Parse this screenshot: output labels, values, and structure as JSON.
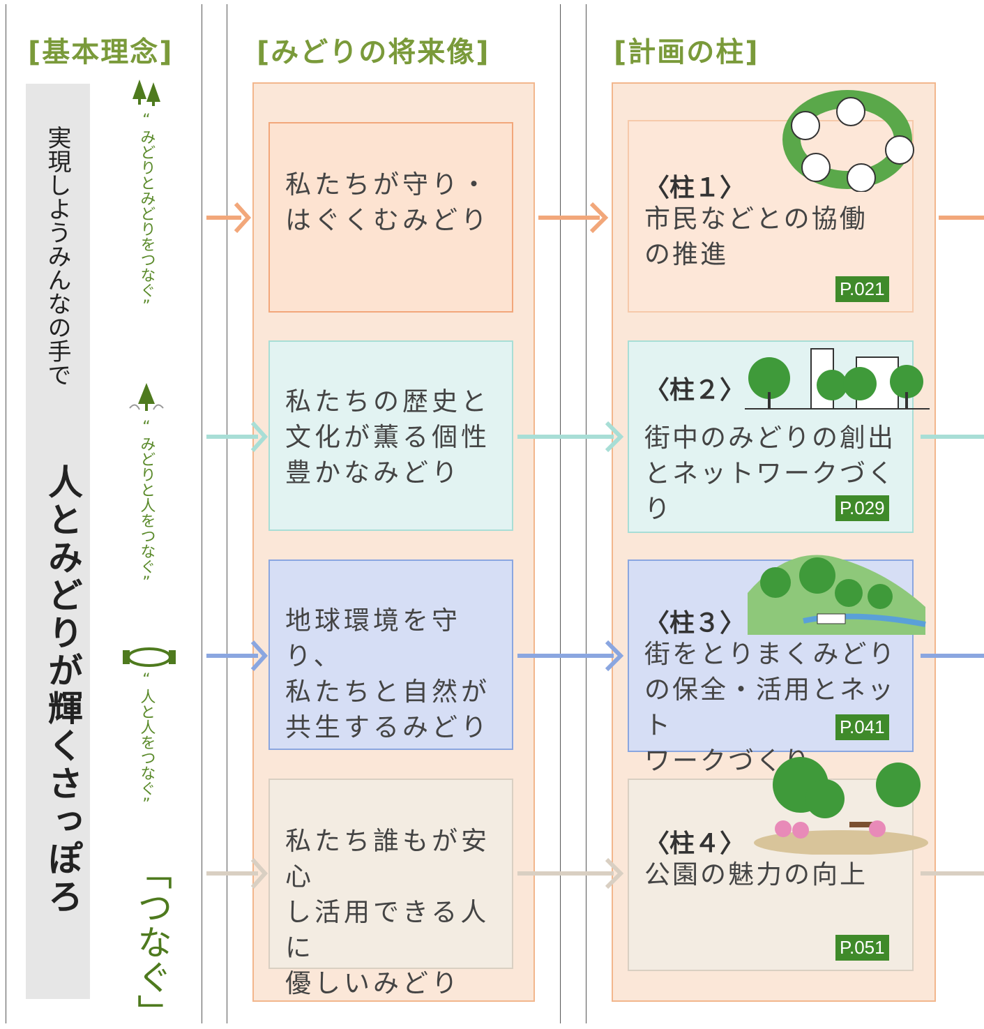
{
  "columns": {
    "basic_philosophy": {
      "title": "[基本理念]"
    },
    "future_vision": {
      "title": "[みどりの将来像]"
    },
    "plan_pillars": {
      "title": "[計画の柱]"
    }
  },
  "philosophy": {
    "slogan_small": "実現しようみんなの手で",
    "slogan_big": "人とみどりが輝くさっぽろ",
    "phrases": [
      "“みどりとみどりをつなぐ”",
      "“みどりと人をつなぐ”",
      "“人と人をつなぐ”"
    ],
    "keyword": "「つなぐ」"
  },
  "visions": [
    {
      "lines": [
        "私たちが守り・",
        "はぐくむみどり"
      ]
    },
    {
      "lines": [
        "私たちの歴史と",
        "文化が薫る個性",
        "豊かなみどり"
      ]
    },
    {
      "lines": [
        "地球環境を守り、",
        "私たちと自然が",
        "共生するみどり"
      ]
    },
    {
      "lines": [
        "私たち誰もが安心",
        "し活用できる人に",
        "優しいみどり"
      ]
    }
  ],
  "pillars": [
    {
      "label": "〈柱１〉",
      "lines": [
        "市民などとの協働",
        "の推進"
      ],
      "page": "P.021"
    },
    {
      "label": "〈柱２〉",
      "lines": [
        "街中のみどりの創出",
        "とネットワークづくり"
      ],
      "page": "P.029"
    },
    {
      "label": "〈柱３〉",
      "lines": [
        "街をとりまくみどり",
        "の保全・活用とネット",
        "ワークづくり"
      ],
      "page": "P.041"
    },
    {
      "label": "〈柱４〉",
      "lines": [
        "公園の魅力の向上"
      ],
      "page": "P.051"
    }
  ],
  "colors": {
    "title_green": "#7a9a3a",
    "panel_bg": "#fbe7d8",
    "row1": "#f2a77a",
    "row2": "#a8ded6",
    "row3": "#8aa6e0",
    "row4": "#d9cfc2",
    "badge": "#3f8a2a"
  }
}
